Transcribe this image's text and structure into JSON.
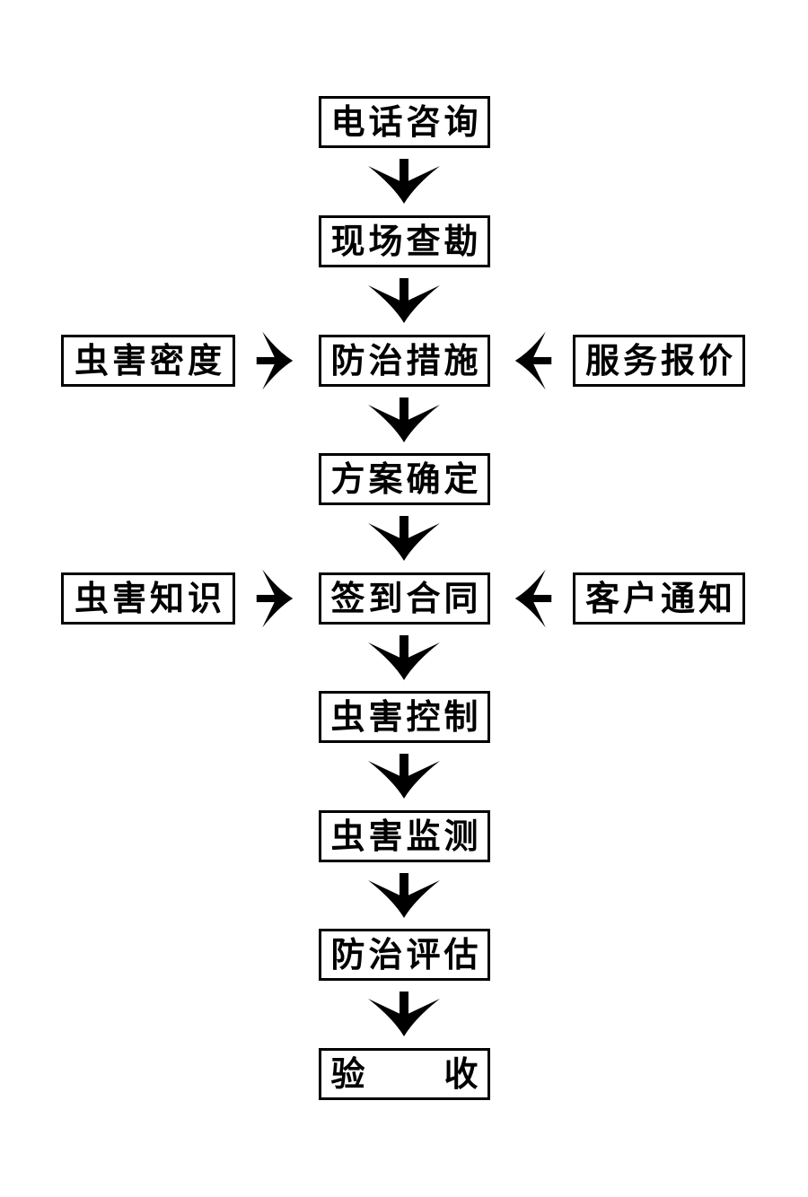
{
  "page": {
    "background": "#ffffff"
  },
  "diagram": {
    "type": "flowchart",
    "direction": "top-down",
    "stroke_color": "#000000",
    "box_fill": "#ffffff",
    "text_color": "#000000",
    "flow": [
      {
        "label": "电话咨询"
      },
      {
        "label": "现场查勘"
      },
      {
        "label": "防治措施"
      },
      {
        "label": "方案确定"
      },
      {
        "label": "签到合同"
      },
      {
        "label": "虫害控制"
      },
      {
        "label": "虫害监测"
      },
      {
        "label": "防治评估"
      },
      {
        "label": "验　　收"
      }
    ],
    "side_inputs": [
      {
        "left_label": "虫害密度",
        "right_label": "服务报价",
        "target": "防治措施"
      },
      {
        "left_label": "虫害知识",
        "right_label": "客户通知",
        "target": "签到合同"
      }
    ]
  }
}
